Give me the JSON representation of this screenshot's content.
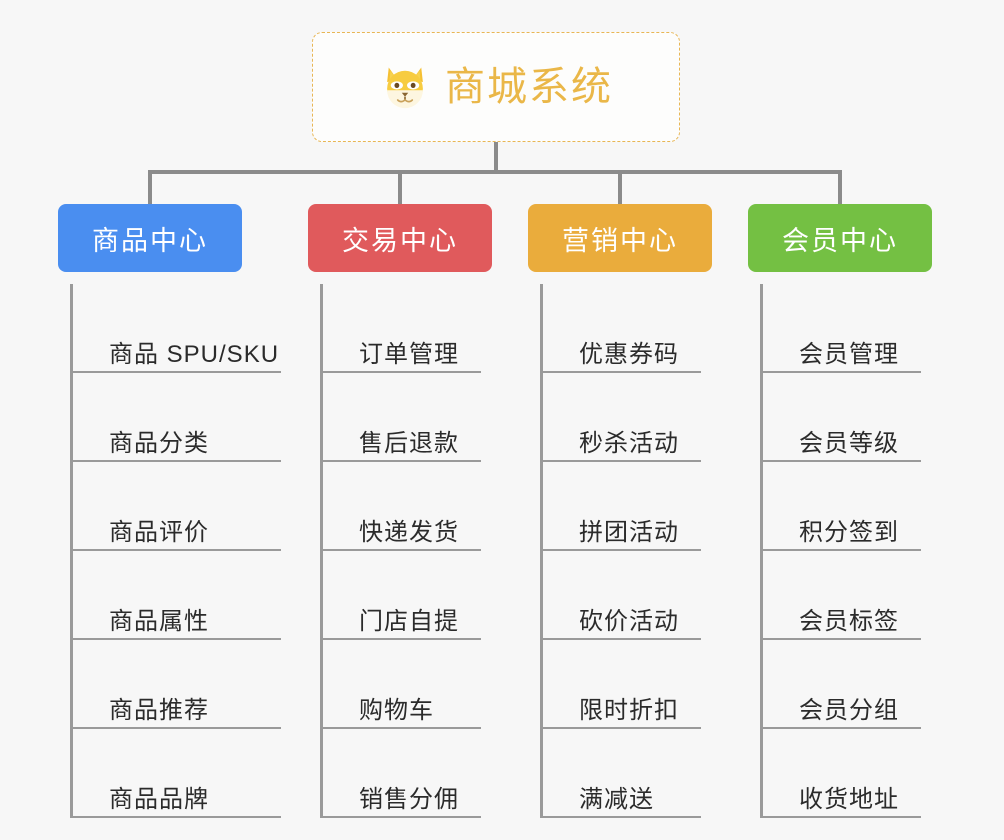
{
  "diagram": {
    "background_color": "#f7f7f7",
    "connector_color": "#8b8b8b",
    "leaf_line_color": "#9a9a9a"
  },
  "root": {
    "title": "商城系统",
    "icon": "dog-face-icon",
    "text_color": "#eab748",
    "border_color": "#e8b654"
  },
  "categories": [
    {
      "label": "商品中心",
      "color": "#4a8ef0",
      "items": [
        {
          "label": "商品 SPU/SKU"
        },
        {
          "label": "商品分类"
        },
        {
          "label": "商品评价"
        },
        {
          "label": "商品属性"
        },
        {
          "label": "商品推荐"
        },
        {
          "label": "商品品牌"
        }
      ]
    },
    {
      "label": "交易中心",
      "color": "#e05a5c",
      "items": [
        {
          "label": "订单管理"
        },
        {
          "label": "售后退款"
        },
        {
          "label": "快递发货"
        },
        {
          "label": "门店自提"
        },
        {
          "label": "购物车"
        },
        {
          "label": "销售分佣"
        }
      ]
    },
    {
      "label": "营销中心",
      "color": "#eaac3c",
      "items": [
        {
          "label": "优惠券码"
        },
        {
          "label": "秒杀活动"
        },
        {
          "label": "拼团活动"
        },
        {
          "label": "砍价活动"
        },
        {
          "label": "限时折扣"
        },
        {
          "label": "满减送"
        }
      ]
    },
    {
      "label": "会员中心",
      "color": "#74c043",
      "items": [
        {
          "label": "会员管理"
        },
        {
          "label": "会员等级"
        },
        {
          "label": "积分签到"
        },
        {
          "label": "会员标签"
        },
        {
          "label": "会员分组"
        },
        {
          "label": "收货地址"
        }
      ]
    }
  ]
}
